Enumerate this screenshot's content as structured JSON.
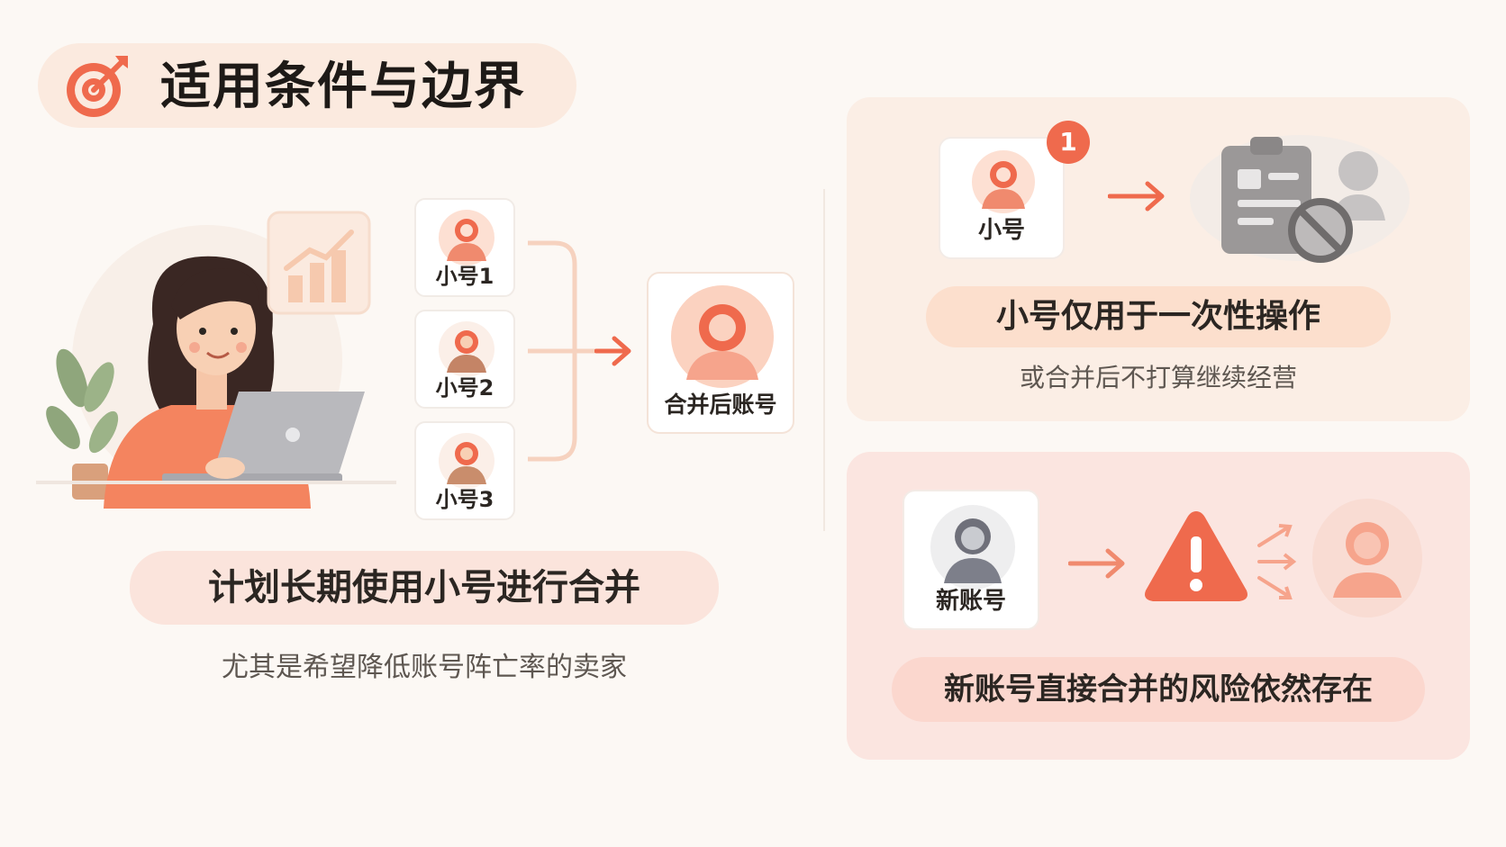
{
  "title": "适用条件与边界",
  "icons": {
    "title": "target-icon",
    "person": "woman-laptop-illustration",
    "chart": "bar-chart-icon",
    "avatar": "user-avatar-icon",
    "arrow": "arrow-right-icon",
    "document": "document-icon",
    "ban": "ban-icon",
    "warning": "warning-triangle-icon"
  },
  "colors": {
    "accent": "#ef6a4d",
    "accent_light": "#f6a48c",
    "background": "#fcf8f4",
    "text": "#2b2622",
    "muted": "#5e5751",
    "gray_avatar": "#7d7d85"
  },
  "left_section": {
    "accounts": [
      {
        "label": "小号1"
      },
      {
        "label": "小号2"
      },
      {
        "label": "小号3"
      }
    ],
    "merged_label": "合并后账号",
    "heading": "计划长期使用小号进行合并",
    "subtext": "尤其是希望降低账号阵亡率的卖家"
  },
  "right_top": {
    "badge": "1",
    "card_label": "小号",
    "heading": "小号仅用于一次性操作",
    "subtext": "或合并后不打算继续经营"
  },
  "right_bottom": {
    "card_label": "新账号",
    "heading": "新账号直接合并的风险依然存在"
  }
}
